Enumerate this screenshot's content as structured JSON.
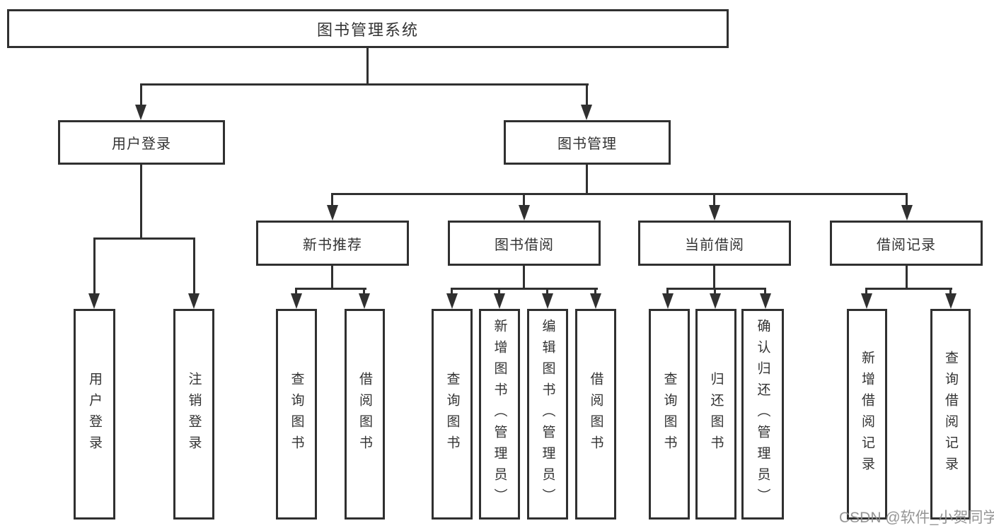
{
  "title": "图书管理系统",
  "nodes": {
    "root": "图书管理系统",
    "user_login": "用户登录",
    "book_mgmt": "图书管理",
    "new_book_rec": "新书推荐",
    "book_borrow": "图书借阅",
    "current_borrow": "当前借阅",
    "borrow_record": "借阅记录",
    "ul_user_login": "用户登录",
    "ul_logout": "注销登录",
    "nr_query_book": "查询图书",
    "nr_borrow_book": "借阅图书",
    "bb_query_book": "查询图书",
    "bb_add_book": "新增图书（管理员）",
    "bb_edit_book": "编辑图书（管理员）",
    "bb_borrow_book": "借阅图书",
    "cb_query_book": "查询图书",
    "cb_return_book": "归还图书",
    "cb_confirm_return": "确认归还（管理员）",
    "br_add_record": "新增借阅记录",
    "br_query_record": "查询借阅记录"
  },
  "hierarchy": {
    "图书管理系统": {
      "用户登录": [
        "用户登录",
        "注销登录"
      ],
      "图书管理": {
        "新书推荐": [
          "查询图书",
          "借阅图书"
        ],
        "图书借阅": [
          "查询图书",
          "新增图书（管理员）",
          "编辑图书（管理员）",
          "借阅图书"
        ],
        "当前借阅": [
          "查询图书",
          "归还图书",
          "确认归还（管理员）"
        ],
        "借阅记录": [
          "新增借阅记录",
          "查询借阅记录"
        ]
      }
    }
  },
  "watermark": {
    "text": "CSDN @软件_小贺同学",
    "color": "#8c8c8c"
  },
  "colors": {
    "line": "#303030",
    "text": "#333333",
    "background": "#ffffff"
  }
}
